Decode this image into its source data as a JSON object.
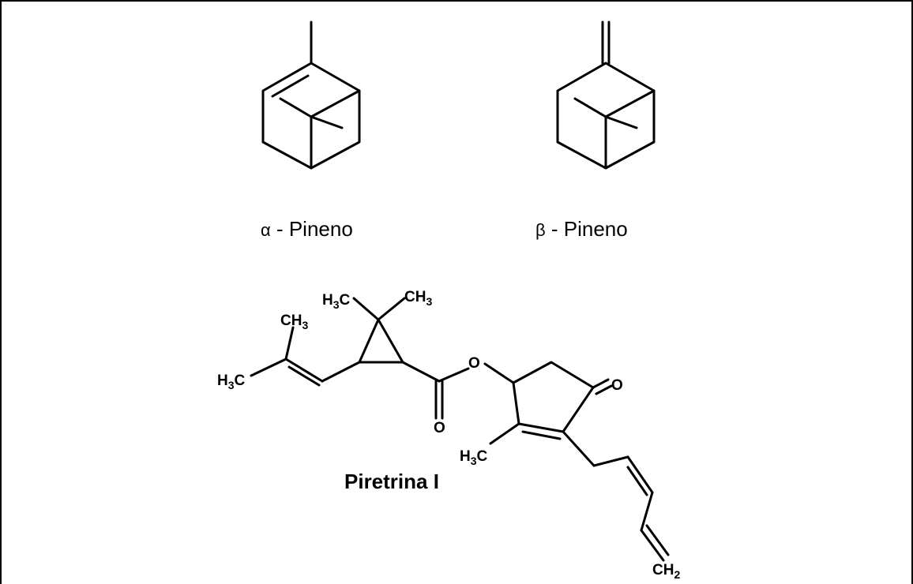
{
  "compounds": {
    "alpha": {
      "greek": "α",
      "name": " - Pineno"
    },
    "beta": {
      "greek": "β",
      "name": " - Pineno"
    },
    "pyrethrin": {
      "name": "Piretrina I"
    }
  },
  "atoms": {
    "h3c": {
      "main": "H",
      "sub": "3",
      "tail": "C"
    },
    "ch3": {
      "main": "CH",
      "sub": "3"
    },
    "ch2": {
      "main": "CH",
      "sub": "2"
    },
    "o": "O"
  }
}
